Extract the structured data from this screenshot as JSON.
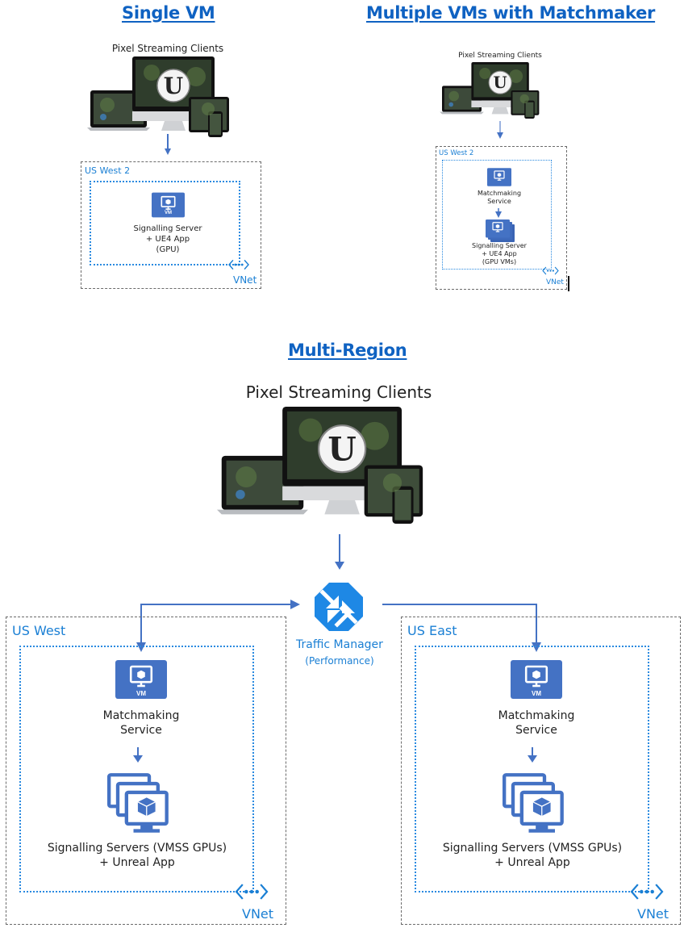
{
  "colors": {
    "title_blue": "#0f62c2",
    "region_label_blue": "#1a7fd4",
    "icon_blue": "#4472c4",
    "traffic_manager_blue": "#1e88e5",
    "vnet_dotted": "#2a8ae0",
    "region_dashed": "#6b6b6b"
  },
  "single_vm": {
    "title": "Single VM",
    "clients_label": "Pixel Streaming Clients",
    "region_label": "US West 2",
    "vm_badge": "VM",
    "server_lines": [
      "Signalling Server",
      "+ UE4 App",
      "(GPU)"
    ],
    "vnet_label": "VNet"
  },
  "multi_vm": {
    "title": "Multiple VMs with Matchmaker",
    "clients_label": "Pixel Streaming Clients",
    "region_label": "US West 2",
    "vm_badge": "VM",
    "matchmaker_lines": [
      "Matchmaking",
      "Service"
    ],
    "server_lines": [
      "Signalling Server",
      "+ UE4 App",
      "(GPU VMs)"
    ],
    "vnet_label": "VNet"
  },
  "multi_region": {
    "title": "Multi-Region",
    "clients_label": "Pixel Streaming Clients",
    "traffic_manager": {
      "name": "Traffic Manager",
      "mode": "(Performance)"
    },
    "regions": [
      {
        "name": "US West",
        "vm_badge": "VM",
        "matchmaker_lines": [
          "Matchmaking",
          "Service"
        ],
        "server_lines": [
          "Signalling Servers (VMSS GPUs)",
          "+ Unreal App"
        ],
        "vnet_label": "VNet"
      },
      {
        "name": "US East",
        "vm_badge": "VM",
        "matchmaker_lines": [
          "Matchmaking",
          "Service"
        ],
        "server_lines": [
          "Signalling Servers (VMSS GPUs)",
          "+ Unreal App"
        ],
        "vnet_label": "VNet"
      }
    ]
  }
}
